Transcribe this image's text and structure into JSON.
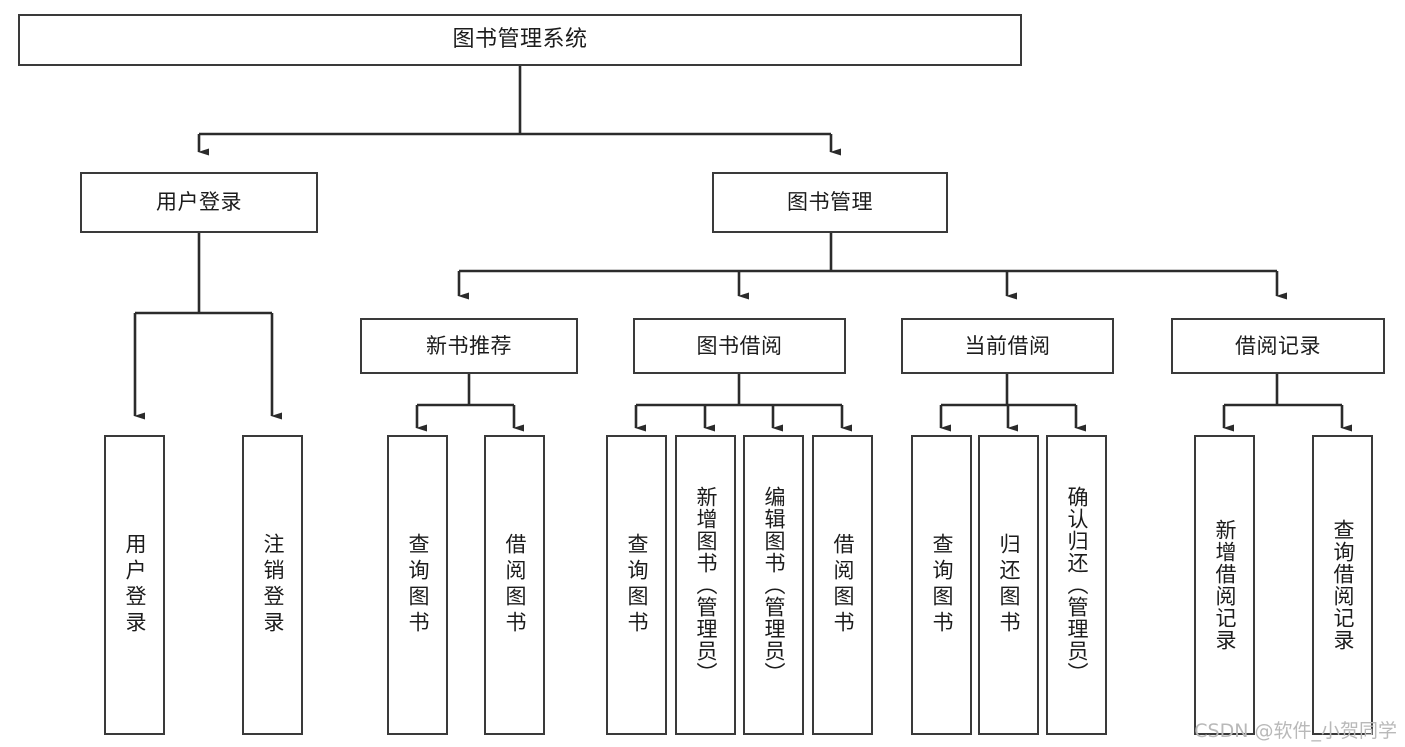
{
  "diagram": {
    "type": "tree-hierarchy",
    "title": "图书管理系统",
    "orientation": "top-down",
    "colors": {
      "box_border": "#3a3a3a",
      "box_fill": "#ffffff",
      "connector": "#2b2b2b",
      "text": "#1c1c1c",
      "watermark": "#b9b9b9"
    }
  },
  "root": {
    "label": "图书管理系统"
  },
  "level2": [
    {
      "label": "用户登录"
    },
    {
      "label": "图书管理"
    }
  ],
  "level3": [
    {
      "label": "新书推荐"
    },
    {
      "label": "图书借阅"
    },
    {
      "label": "当前借阅"
    },
    {
      "label": "借阅记录"
    }
  ],
  "leaves": {
    "user_login": [
      {
        "label": "用户登录"
      },
      {
        "label": "注销登录"
      }
    ],
    "new_book_recommend": [
      {
        "label": "查询图书"
      },
      {
        "label": "借阅图书"
      }
    ],
    "book_borrow": [
      {
        "label": "查询图书"
      },
      {
        "label": "新增图书（管理员）"
      },
      {
        "label": "编辑图书（管理员）"
      },
      {
        "label": "借阅图书"
      }
    ],
    "current_borrow": [
      {
        "label": "查询图书"
      },
      {
        "label": "归还图书"
      },
      {
        "label": "确认归还（管理员）"
      }
    ],
    "borrow_record": [
      {
        "label": "新增借阅记录"
      },
      {
        "label": "查询借阅记录"
      }
    ]
  },
  "watermark": {
    "text": "CSDN @软件_小贺同学"
  }
}
